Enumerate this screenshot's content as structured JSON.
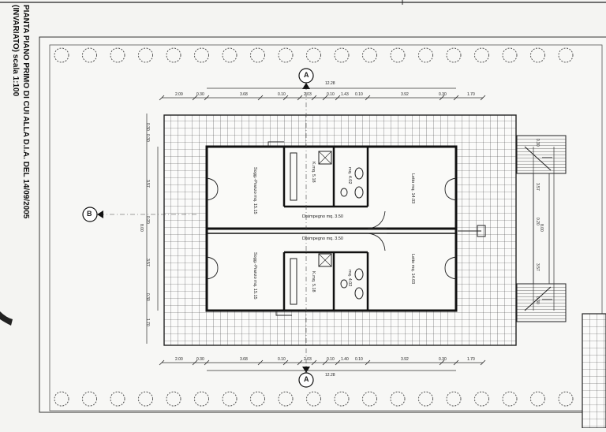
{
  "title": {
    "line1": "PIANTA PIANO PRIMO DI CUI ALLA D.I.A. DEL 14/09/2005",
    "line2": "(INVARIATO) scala 1:100"
  },
  "section_markers": {
    "a_top": "A",
    "a_bottom": "A",
    "b_left": "B"
  },
  "rooms": {
    "upper": {
      "living": "Sogg.-Pranzo mq. 15.15",
      "kitchen": "K.mq. 5.18",
      "bath": "mq. 4.02",
      "bedroom": "Letto mq. 14.03",
      "hall": "Disimpegno mq. 3.50"
    },
    "lower": {
      "living": "Sogg.-Pranzo mq. 15.15",
      "kitchen": "K.mq. 5.18",
      "bath": "mq. 4.02",
      "bedroom": "Letto mq. 14.03",
      "hall": "Disimpegno mq. 3.50"
    }
  },
  "dimensions": {
    "top_total": "12.28",
    "top_segments": [
      "2.09",
      "0.30",
      "3.68",
      "0.10",
      "2.03",
      "0.10",
      "1.43",
      "0.10",
      "3.92",
      "0.30",
      "1.70"
    ],
    "bottom_total": "12.28",
    "bottom_segments": [
      "2.00",
      "0.30",
      "3.68",
      "0.10",
      "2.03",
      "0.10",
      "1.40",
      "0.10",
      "3.92",
      "0.30",
      "1.70"
    ],
    "left_segments": [
      "0.30",
      "0.30",
      "3.57",
      "0.20",
      "3.57",
      "0.30",
      "1.70"
    ],
    "left_total": "8.00",
    "right_segments": [
      "0.30",
      "3.57",
      "0.20",
      "3.57",
      "0.30"
    ],
    "right_total": "8.00"
  }
}
